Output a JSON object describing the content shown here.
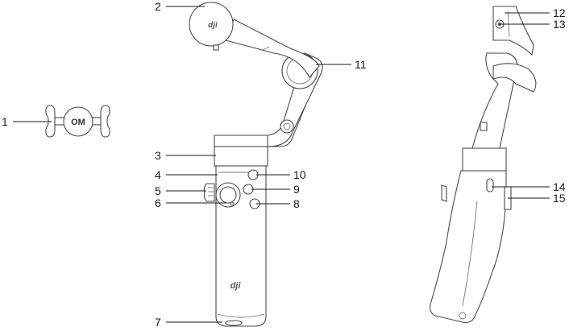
{
  "callouts": [
    {
      "id": "1",
      "label": "1"
    },
    {
      "id": "2",
      "label": "2"
    },
    {
      "id": "3",
      "label": "3"
    },
    {
      "id": "4",
      "label": "4"
    },
    {
      "id": "5",
      "label": "5"
    },
    {
      "id": "6",
      "label": "6"
    },
    {
      "id": "7",
      "label": "7"
    },
    {
      "id": "8",
      "label": "8"
    },
    {
      "id": "9",
      "label": "9"
    },
    {
      "id": "10",
      "label": "10"
    },
    {
      "id": "11",
      "label": "11"
    },
    {
      "id": "12",
      "label": "12"
    },
    {
      "id": "13",
      "label": "13"
    },
    {
      "id": "14",
      "label": "14"
    },
    {
      "id": "15",
      "label": "15"
    }
  ],
  "device": {
    "magnetic_clamp_marking": "OM",
    "brand_logo": "dji"
  }
}
